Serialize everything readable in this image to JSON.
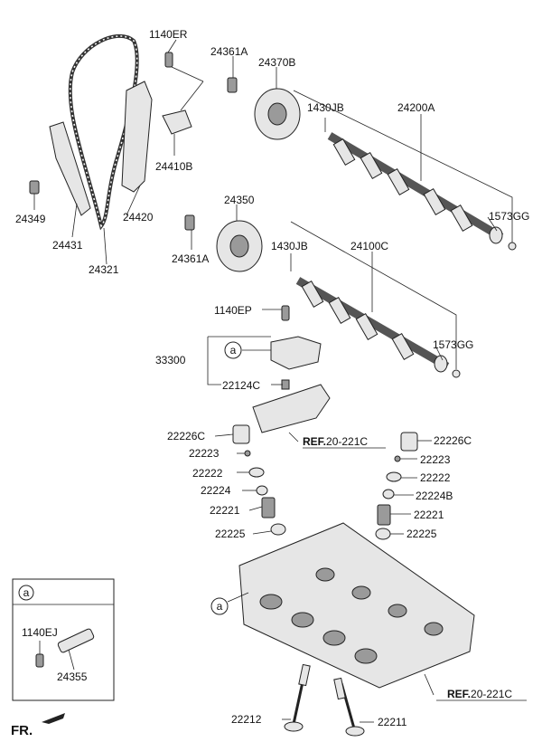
{
  "labels": {
    "p1140ER": "1140ER",
    "p24361A_top": "24361A",
    "p24370B": "24370B",
    "p1430JB_top": "1430JB",
    "p24200A": "24200A",
    "p24410B": "24410B",
    "p24349": "24349",
    "p24420": "24420",
    "p24431": "24431",
    "p24321": "24321",
    "p1573GG_top": "1573GG",
    "p24350": "24350",
    "p24361A_mid": "24361A",
    "p1430JB_mid": "1430JB",
    "p24100C": "24100C",
    "p1140EP": "1140EP",
    "p33300": "33300",
    "p1573GG_mid": "1573GG",
    "p22124C": "22124C",
    "p22226C_left": "22226C",
    "p22226C_right": "22226C",
    "p22223_left": "22223",
    "p22223_right": "22223",
    "p22222_left": "22222",
    "p22222_right": "22222",
    "p22224": "22224",
    "p22224B": "22224B",
    "p22221_left": "22221",
    "p22221_right": "22221",
    "p22225_left": "22225",
    "p22225_right": "22225",
    "p22212": "22212",
    "p22211": "22211",
    "p1140EJ": "1140EJ",
    "p24355": "24355"
  },
  "refs": {
    "ref1_bold": "REF.",
    "ref1_num": "20-221C",
    "ref2_bold": "REF.",
    "ref2_num": "20-221C"
  },
  "callouts": {
    "a_main": "a",
    "a_cylhead": "a",
    "a_inset": "a"
  },
  "fr": {
    "text": "FR."
  }
}
